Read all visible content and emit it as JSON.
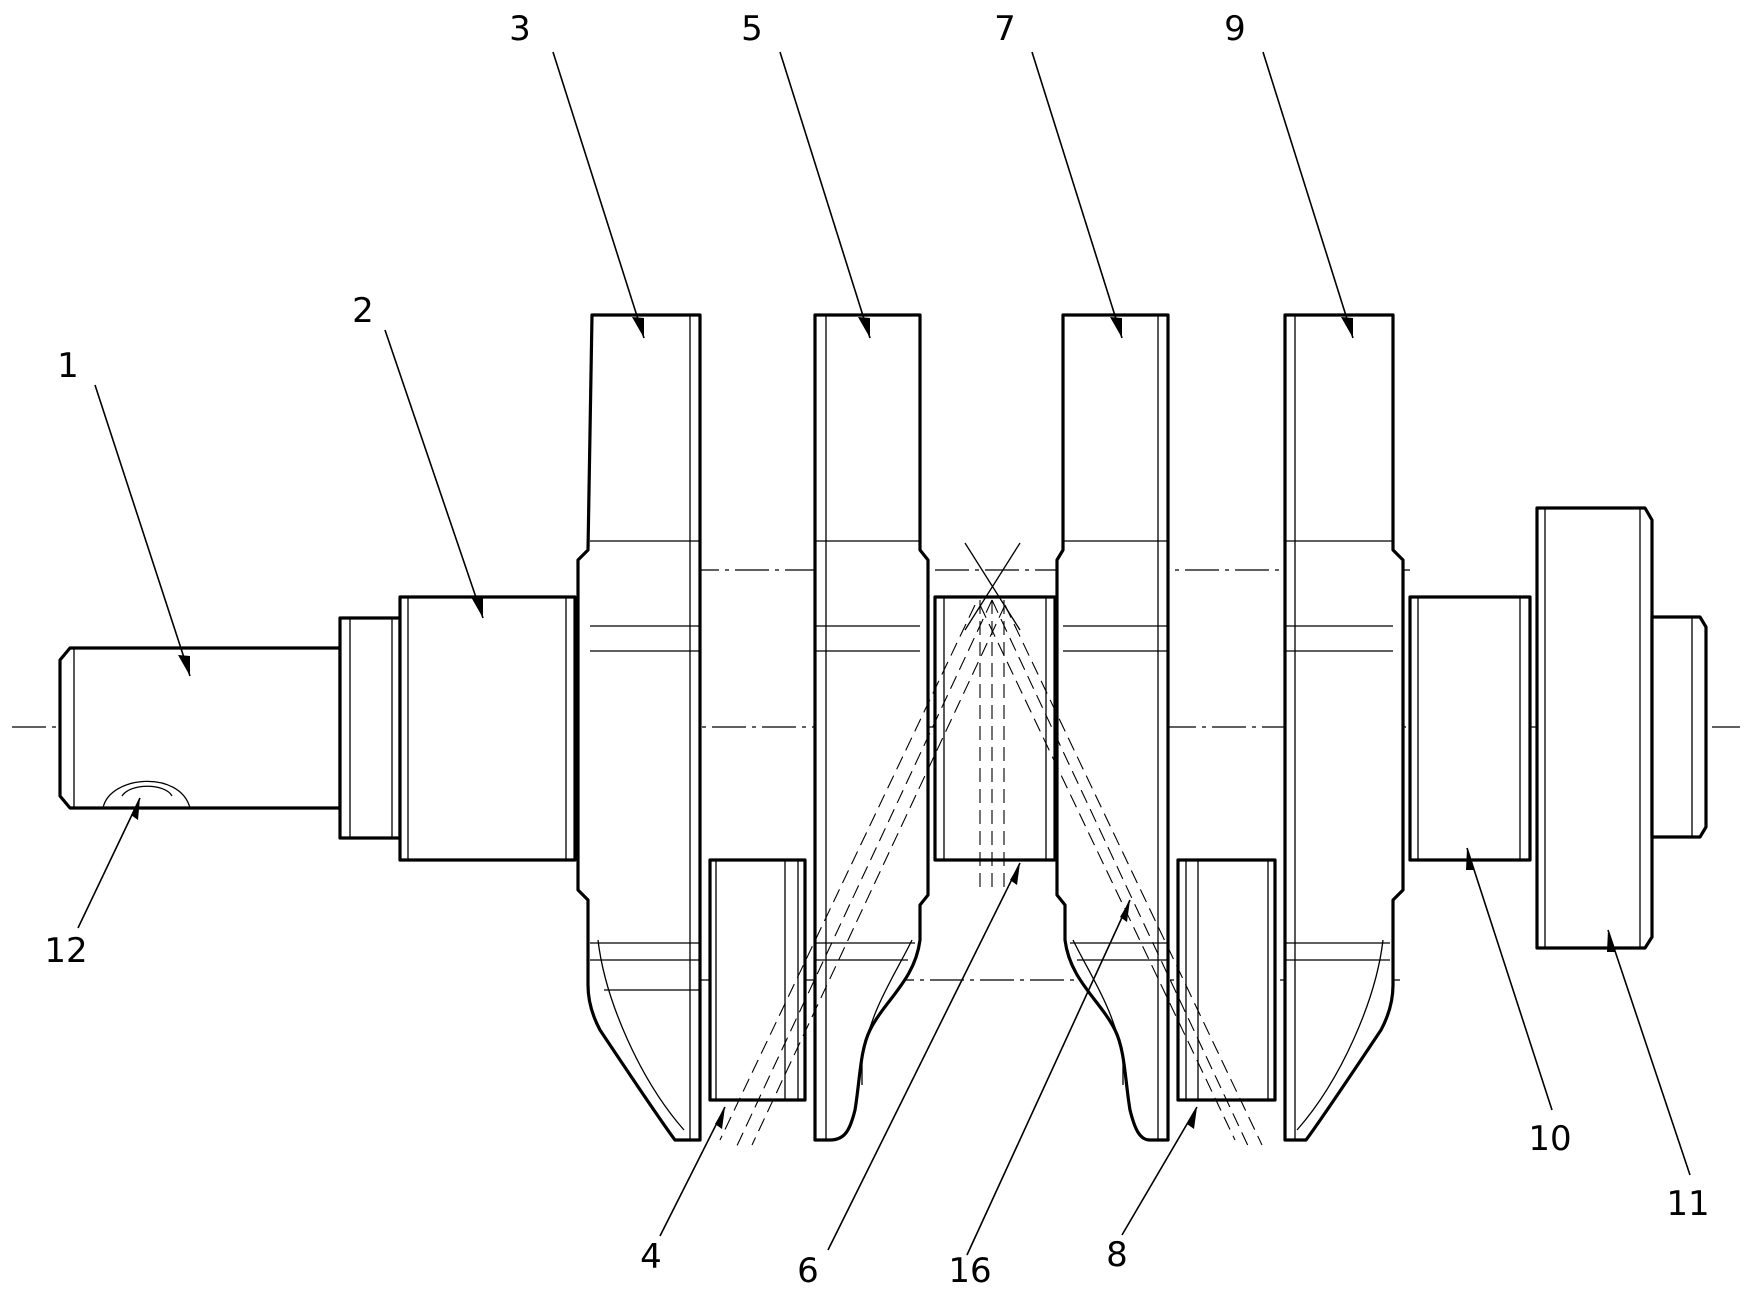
{
  "diagram": {
    "subject": "crankshaft",
    "callouts": {
      "c1": "1",
      "c2": "2",
      "c3": "3",
      "c4": "4",
      "c5": "5",
      "c6": "6",
      "c7": "7",
      "c8": "8",
      "c9": "9",
      "c10": "10",
      "c11": "11",
      "c12": "12",
      "c16": "16"
    },
    "colors": {
      "line": "#000000",
      "background": "#ffffff"
    }
  }
}
